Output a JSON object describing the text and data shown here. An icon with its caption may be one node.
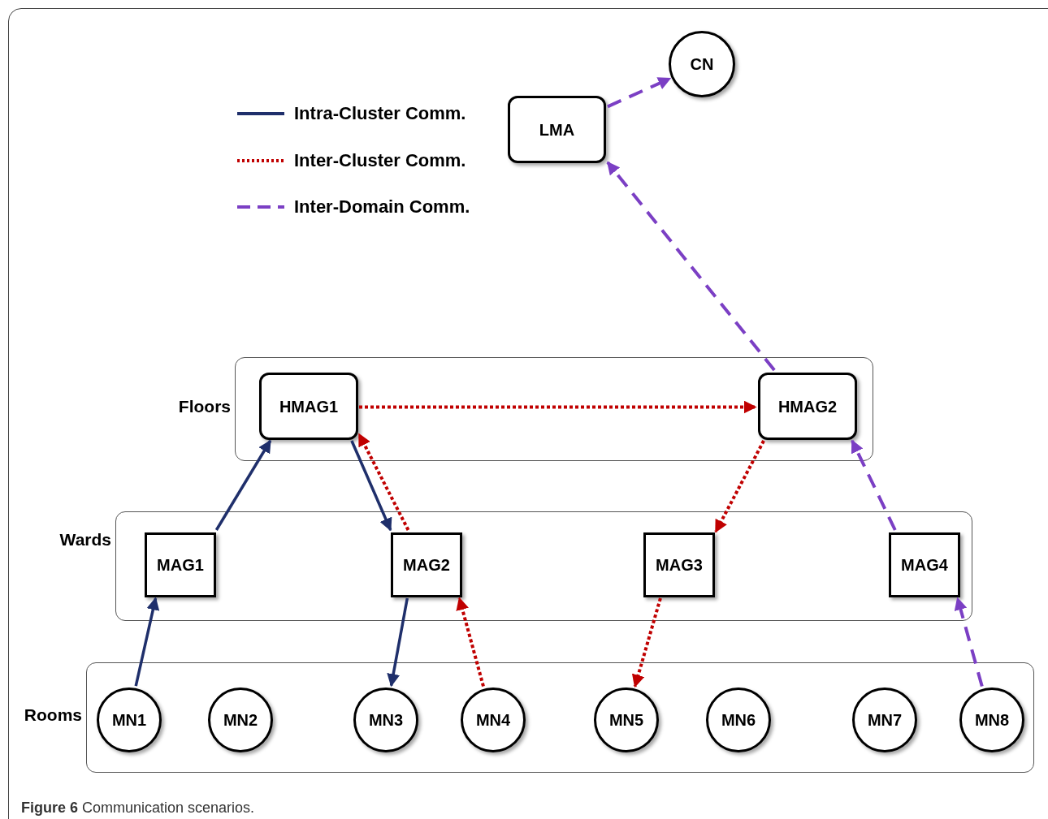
{
  "diagram": {
    "caption": "**Figure 6** Communication scenarios.",
    "nodes": [
      {
        "text": [
          "LMA"
        ]
      },
      {
        "text": [
          "CN"
        ]
      },
      {
        "text": [
          "Floors"
        ]
      },
      {
        "text": [
          "HMAG1"
        ],
        "in": 2
      },
      {
        "text": [
          "HMAG2"
        ],
        "in": 2
      },
      {
        "text": [
          "Wards"
        ]
      },
      {
        "text": [
          "MAG1"
        ],
        "in": 5
      },
      {
        "text": [
          "MAG2"
        ],
        "in": 5
      },
      {
        "text": [
          "MAG3"
        ],
        "in": 5
      },
      {
        "text": [
          "MAG4"
        ],
        "in": 5
      },
      {
        "text": [
          "Rooms"
        ]
      },
      {
        "text": [
          "MN1"
        ],
        "in": 10
      },
      {
        "text": [
          "MN2"
        ],
        "in": 10
      },
      {
        "text": [
          "MN3"
        ],
        "in": 10
      },
      {
        "text": [
          "MN4"
        ],
        "in": 10
      },
      {
        "text": [
          "MN5"
        ],
        "in": 10
      },
      {
        "text": [
          "MN6"
        ],
        "in": 10
      },
      {
        "text": [
          "MN7"
        ],
        "in": 10
      },
      {
        "text": [
          "MN8"
        ],
        "in": 10
      }
    ],
    "edges": [
      {
        "from": 0,
        "to": 1,
        "arrow": "to",
        "style": "dashed",
        "color": "#7b3fc4"
      },
      {
        "from": 4,
        "to": 0,
        "arrow": "to",
        "style": "dashed",
        "color": "#7b3fc4"
      },
      {
        "from": 3,
        "to": 4,
        "arrow": "to",
        "style": "dashed",
        "color": "#c00000"
      },
      {
        "from": 6,
        "to": 3,
        "arrow": "to",
        "color": "#1f2f6b"
      },
      {
        "from": 3,
        "to": 7,
        "arrow": "to",
        "color": "#1f2f6b"
      },
      {
        "from": 7,
        "to": 3,
        "arrow": "to",
        "style": "dashed",
        "color": "#c00000"
      },
      {
        "from": 4,
        "to": 8,
        "arrow": "to",
        "style": "dashed",
        "color": "#c00000"
      },
      {
        "from": 9,
        "to": 4,
        "arrow": "to",
        "style": "dashed",
        "color": "#7b3fc4"
      },
      {
        "from": 11,
        "to": 6,
        "arrow": "to",
        "color": "#1f2f6b"
      },
      {
        "from": 7,
        "to": 13,
        "arrow": "to",
        "color": "#1f2f6b"
      },
      {
        "from": 14,
        "to": 7,
        "arrow": "to",
        "style": "dashed",
        "color": "#c00000"
      },
      {
        "from": 8,
        "to": 15,
        "arrow": "to",
        "style": "dashed",
        "color": "#c00000"
      },
      {
        "from": 18,
        "to": 9,
        "arrow": "to",
        "style": "dashed",
        "color": "#7b3fc4"
      }
    ],
    "legend": [
      {
        "text": "Intra-Cluster Comm."
      },
      {
        "text": "Inter-Cluster Comm."
      },
      {
        "text": "Inter-Domain Comm."
      }
    ]
  }
}
